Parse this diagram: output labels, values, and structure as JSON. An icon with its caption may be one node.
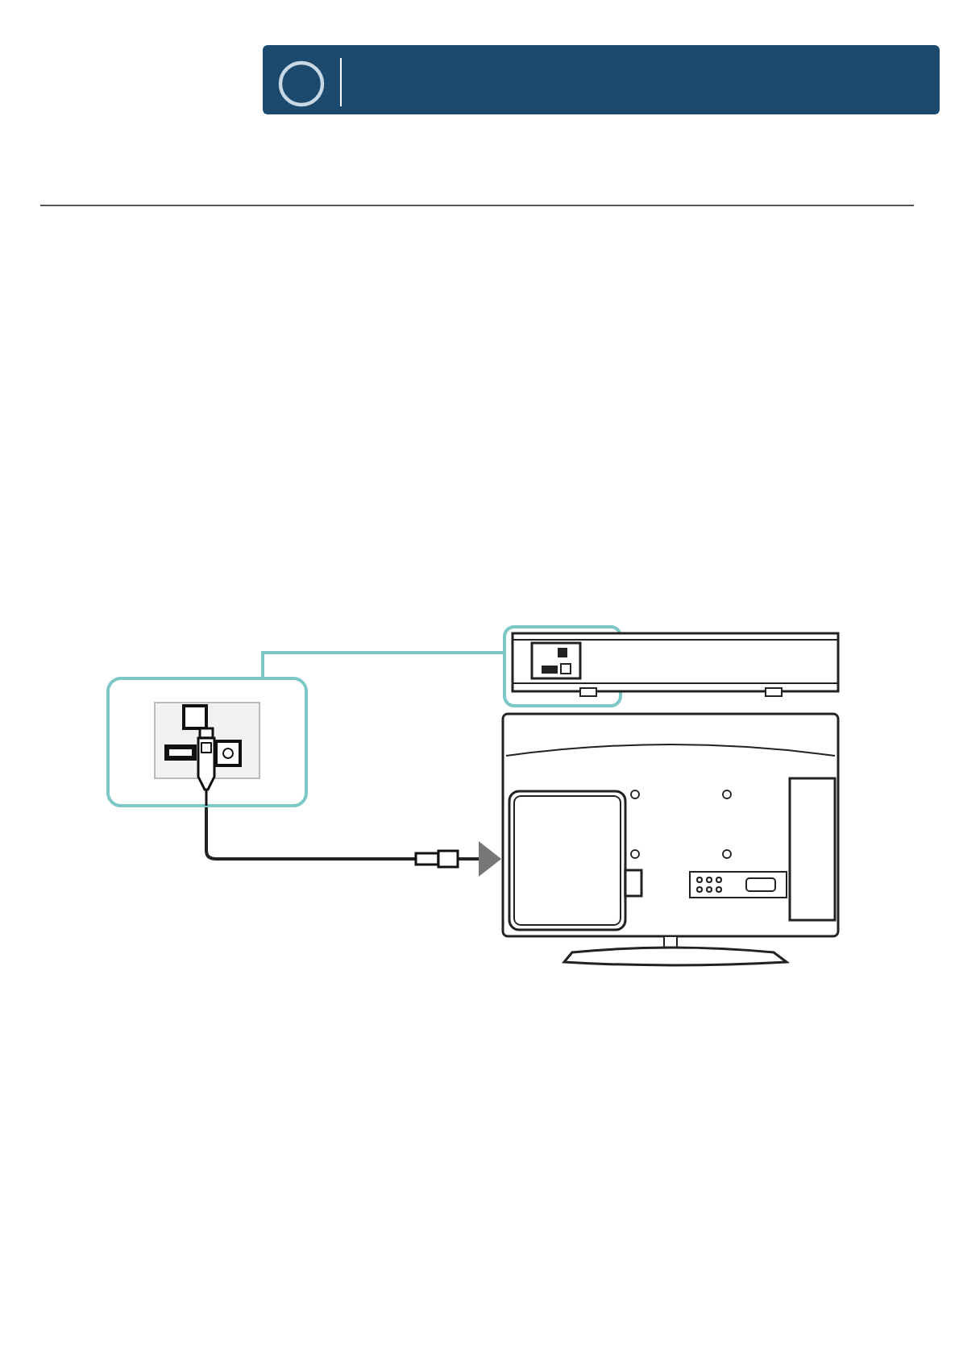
{
  "diagram": {
    "nodes": [
      {
        "text": [],
        "shape": "bar"
      },
      {
        "text": [],
        "shape": "box"
      },
      {
        "text": [],
        "shape": "picture"
      }
    ],
    "edges": [
      {
        "from": 0,
        "to": 1,
        "arrow": "none",
        "color": "#7cc8c6"
      },
      {
        "from": 1,
        "to": 2,
        "arrow": "to",
        "color": "#222222"
      }
    ]
  }
}
